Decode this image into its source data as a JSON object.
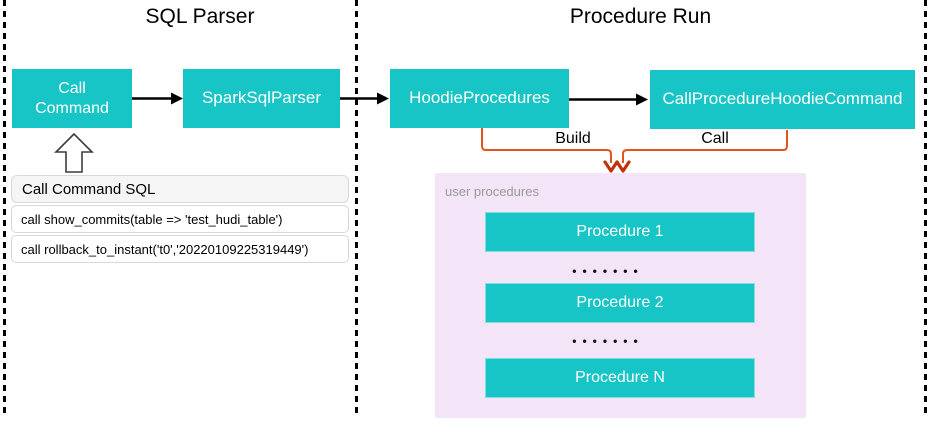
{
  "titles": {
    "sql_parser": "SQL Parser",
    "procedure_run": "Procedure Run"
  },
  "nodes": {
    "call_command": "Call Command",
    "spark_sql_parser": "SparkSqlParser",
    "hoodie_procedures": "HoodieProcedures",
    "call_procedure_hoodie_command": "CallProcedureHoodieCommand"
  },
  "edge_labels": {
    "build": "Build",
    "call": "Call"
  },
  "sql_panel": {
    "header": "Call Command SQL",
    "rows": [
      "call show_commits(table => 'test_hudi_table')",
      "call rollback_to_instant('t0','20220109225319449')"
    ]
  },
  "user_procedures": {
    "label": "user procedures",
    "items": [
      "Procedure 1",
      "Procedure 2",
      "Procedure N"
    ],
    "separator": "•••••••"
  },
  "colors": {
    "node_fill": "#18C5C6",
    "node_text": "#FFFFFF",
    "connector_orange": "#E2541B",
    "arrowhead_red": "#C23007",
    "container_purple": "#F3E5F7",
    "sql_header_bg": "#F5F5F5",
    "border_gray": "#D8D8D8",
    "label_gray": "#999999"
  }
}
